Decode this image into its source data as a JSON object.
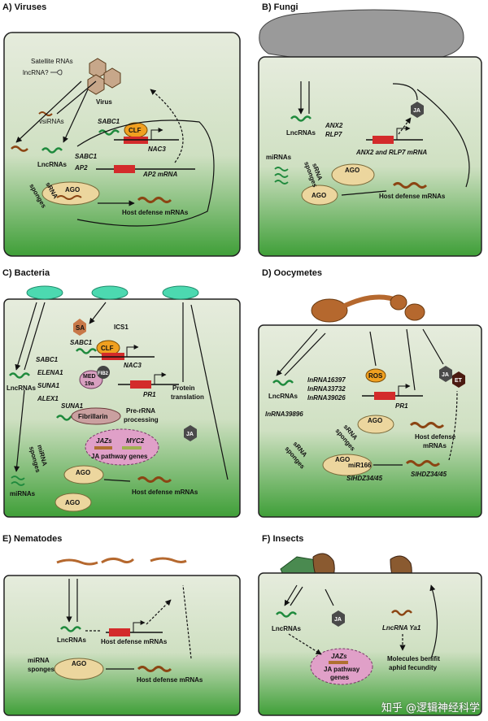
{
  "panels": {
    "A": {
      "title": "A) Viruses"
    },
    "B": {
      "title": "B) Fungi"
    },
    "C": {
      "title": "C) Bacteria"
    },
    "D": {
      "title": "D) Oocymetes"
    },
    "E": {
      "title": "E) Nematodes"
    },
    "F": {
      "title": "F) Insects"
    }
  },
  "labels": {
    "lncrnas": "LncRNAs",
    "host_defense": "Host defense mRNAs",
    "host_defense_l1": "Host defense",
    "host_defense_l2": "mRNAs",
    "ago": "AGO",
    "clf": "CLF",
    "sabc1": "SABC1",
    "nac3": "NAC3",
    "pr1": "PR1",
    "ja": "JA",
    "mirnas": "miRNAs",
    "srna": "sRNA",
    "sponges": "sponges",
    "mirna": "miRNA"
  },
  "viruses": {
    "satellite": "Satellite RNAs",
    "lncrna_q": "lncRNA?",
    "virus": "Virus",
    "vsirnas": "vsiRNAs",
    "ap2": "AP2",
    "ap2_mrna": "AP2 mRNA"
  },
  "fungi": {
    "anx2": "ANX2",
    "rlp7": "RLP7",
    "anx2_label": "ANX2 and RLP7 mRNA"
  },
  "bacteria": {
    "sa": "SA",
    "ics1": "ICS1",
    "elena1": "ELENA1",
    "med19a_1": "MED",
    "med19a_2": "19a",
    "fib2": "FIB2",
    "suna1": "SUNA1",
    "alex1": "ALEX1",
    "fibrillarin": "Fibrillarin",
    "prerna_1": "Pre-rRNA",
    "prerna_2": "processing",
    "protein_1": "Protein",
    "protein_2": "translation",
    "jazs": "JAZs",
    "myc2": "MYC2",
    "ja_genes": "JA pathway genes"
  },
  "oomycetes": {
    "ros": "ROS",
    "et": "ET",
    "ln1": "lnRNA16397",
    "ln2": "lnRNA33732",
    "ln3": "lnRNA39026",
    "ln4": "lnRNA39896",
    "mir166": "miR166",
    "slhdz": "SlHDZ34/45"
  },
  "insects": {
    "jazs": "JAZs",
    "ja_path_1": "JA pathway",
    "ja_path_2": "genes",
    "ya1": "LncRNA Ya1",
    "benefit_1": "Molecules benifit",
    "benefit_2": "aphid fecundity"
  },
  "watermark": "知乎 @逻辑神经科学",
  "colors": {
    "cell_top": "#e4ebdb",
    "cell_bottom": "#4aa63e",
    "gene_box": "#d32b2b",
    "ago_fill": "#ecd69e",
    "rna_green": "#1f8a3d",
    "rna_brown": "#8b4513",
    "clf": "#f0a020",
    "ja_hex": "#4a4a4a",
    "pink": "#e0a0c8"
  }
}
